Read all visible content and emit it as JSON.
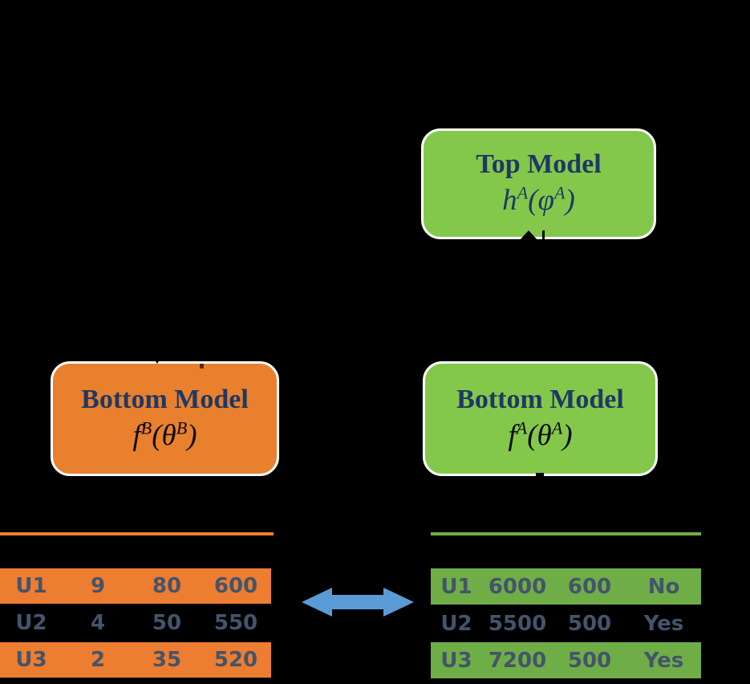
{
  "colors": {
    "background": "#000000",
    "box_green": "#84C84B",
    "box_orange": "#E9802E",
    "table_green": "#6FAD47",
    "table_orange": "#ED7D31",
    "title_navy": "#1F3864",
    "formula_ink": "#0B0B0B",
    "table_text": "#44546A",
    "arrow_blue": "#5B9BD5"
  },
  "icons": {
    "exchange_arrow": "double-headed-horizontal-arrow",
    "top_connector": "up-arrowhead",
    "bottom_connector": "down-arrowhead"
  },
  "boxes": {
    "top_model": {
      "title": "Top Model",
      "formula": {
        "fn": "h",
        "fn_sup": "A",
        "open": "(",
        "arg": "φ",
        "arg_sup": "A",
        "close": ")"
      }
    },
    "bottom_model_b": {
      "title": "Bottom Model",
      "formula": {
        "fn": "f",
        "fn_sup": "B",
        "open": "(",
        "arg": "θ",
        "arg_sup": "B",
        "close": ")"
      }
    },
    "bottom_model_a": {
      "title": "Bottom Model",
      "formula": {
        "fn": "f",
        "fn_sup": "A",
        "open": "(",
        "arg": "θ",
        "arg_sup": "A",
        "close": ")"
      }
    }
  },
  "tables": {
    "party_b": {
      "rows": [
        {
          "cells": [
            "U1",
            "9",
            "80",
            "600"
          ]
        },
        {
          "cells": [
            "U2",
            "4",
            "50",
            "550"
          ]
        },
        {
          "cells": [
            "U3",
            "2",
            "35",
            "520"
          ]
        }
      ]
    },
    "party_a": {
      "rows": [
        {
          "cells": [
            "U1",
            "6000",
            "600",
            "No"
          ]
        },
        {
          "cells": [
            "U2",
            "5500",
            "500",
            "Yes"
          ]
        },
        {
          "cells": [
            "U3",
            "7200",
            "500",
            "Yes"
          ]
        }
      ]
    }
  }
}
